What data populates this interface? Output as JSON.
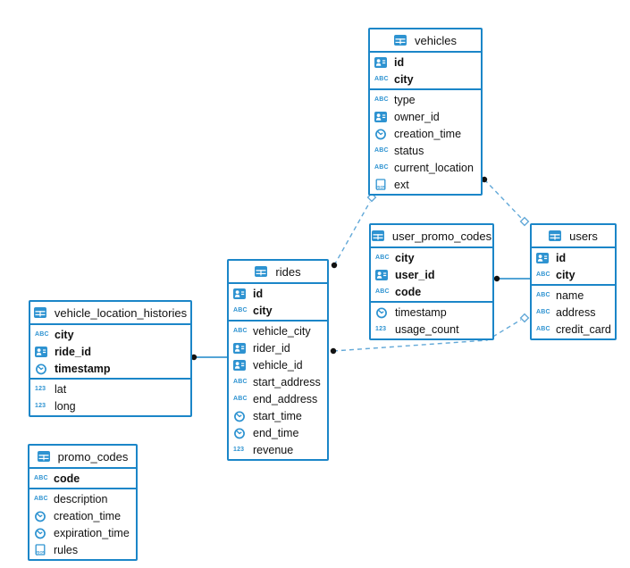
{
  "diagram": {
    "tables": [
      {
        "name": "vehicles",
        "primary_fields": [
          {
            "icon": "person-id-icon",
            "label": "id"
          },
          {
            "icon": "abc-text-icon",
            "label": "city"
          }
        ],
        "fields": [
          {
            "icon": "abc-text-icon",
            "label": "type"
          },
          {
            "icon": "person-id-icon",
            "label": "owner_id"
          },
          {
            "icon": "clock-icon",
            "label": "creation_time"
          },
          {
            "icon": "abc-text-icon",
            "label": "status"
          },
          {
            "icon": "abc-text-icon",
            "label": "current_location"
          },
          {
            "icon": "json-document-icon",
            "label": "ext"
          }
        ]
      },
      {
        "name": "user_promo_codes",
        "primary_fields": [
          {
            "icon": "abc-text-icon",
            "label": "city"
          },
          {
            "icon": "person-id-icon",
            "label": "user_id"
          },
          {
            "icon": "abc-text-icon",
            "label": "code"
          }
        ],
        "fields": [
          {
            "icon": "clock-icon",
            "label": "timestamp"
          },
          {
            "icon": "number-123-icon",
            "label": "usage_count"
          }
        ]
      },
      {
        "name": "users",
        "primary_fields": [
          {
            "icon": "person-id-icon",
            "label": "id"
          },
          {
            "icon": "abc-text-icon",
            "label": "city"
          }
        ],
        "fields": [
          {
            "icon": "abc-text-icon",
            "label": "name"
          },
          {
            "icon": "abc-text-icon",
            "label": "address"
          },
          {
            "icon": "abc-text-icon",
            "label": "credit_card"
          }
        ]
      },
      {
        "name": "rides",
        "primary_fields": [
          {
            "icon": "person-id-icon",
            "label": "id"
          },
          {
            "icon": "abc-text-icon",
            "label": "city"
          }
        ],
        "fields": [
          {
            "icon": "abc-text-icon",
            "label": "vehicle_city"
          },
          {
            "icon": "person-id-icon",
            "label": "rider_id"
          },
          {
            "icon": "person-id-icon",
            "label": "vehicle_id"
          },
          {
            "icon": "abc-text-icon",
            "label": "start_address"
          },
          {
            "icon": "abc-text-icon",
            "label": "end_address"
          },
          {
            "icon": "clock-icon",
            "label": "start_time"
          },
          {
            "icon": "clock-icon",
            "label": "end_time"
          },
          {
            "icon": "number-123-icon",
            "label": "revenue"
          }
        ]
      },
      {
        "name": "vehicle_location_histories",
        "primary_fields": [
          {
            "icon": "abc-text-icon",
            "label": "city"
          },
          {
            "icon": "person-id-icon",
            "label": "ride_id"
          },
          {
            "icon": "clock-icon",
            "label": "timestamp"
          }
        ],
        "fields": [
          {
            "icon": "number-123-icon",
            "label": "lat"
          },
          {
            "icon": "number-123-icon",
            "label": "long"
          }
        ]
      },
      {
        "name": "promo_codes",
        "primary_fields": [
          {
            "icon": "abc-text-icon",
            "label": "code"
          }
        ],
        "fields": [
          {
            "icon": "abc-text-icon",
            "label": "description"
          },
          {
            "icon": "clock-icon",
            "label": "creation_time"
          },
          {
            "icon": "clock-icon",
            "label": "expiration_time"
          },
          {
            "icon": "json-document-icon",
            "label": "rules"
          }
        ]
      }
    ],
    "relationships": [
      {
        "from": "rides",
        "to": "vehicles",
        "style": "dashed"
      },
      {
        "from": "vehicles",
        "to": "users",
        "style": "dashed"
      },
      {
        "from": "rides",
        "to": "users",
        "style": "dashed"
      },
      {
        "from": "vehicle_location_histories",
        "to": "rides",
        "style": "solid"
      },
      {
        "from": "user_promo_codes",
        "to": "users",
        "style": "solid"
      }
    ],
    "icon_glyphs": {
      "abc": "ABC",
      "number": "123",
      "json": "JSON"
    },
    "colors": {
      "border": "#1b86c8",
      "icon": "#2e93d1",
      "dashed_line": "#63a9d8",
      "solid_line": "#1b86c8",
      "endpoint_dot": "#111111",
      "text": "#111111"
    }
  }
}
